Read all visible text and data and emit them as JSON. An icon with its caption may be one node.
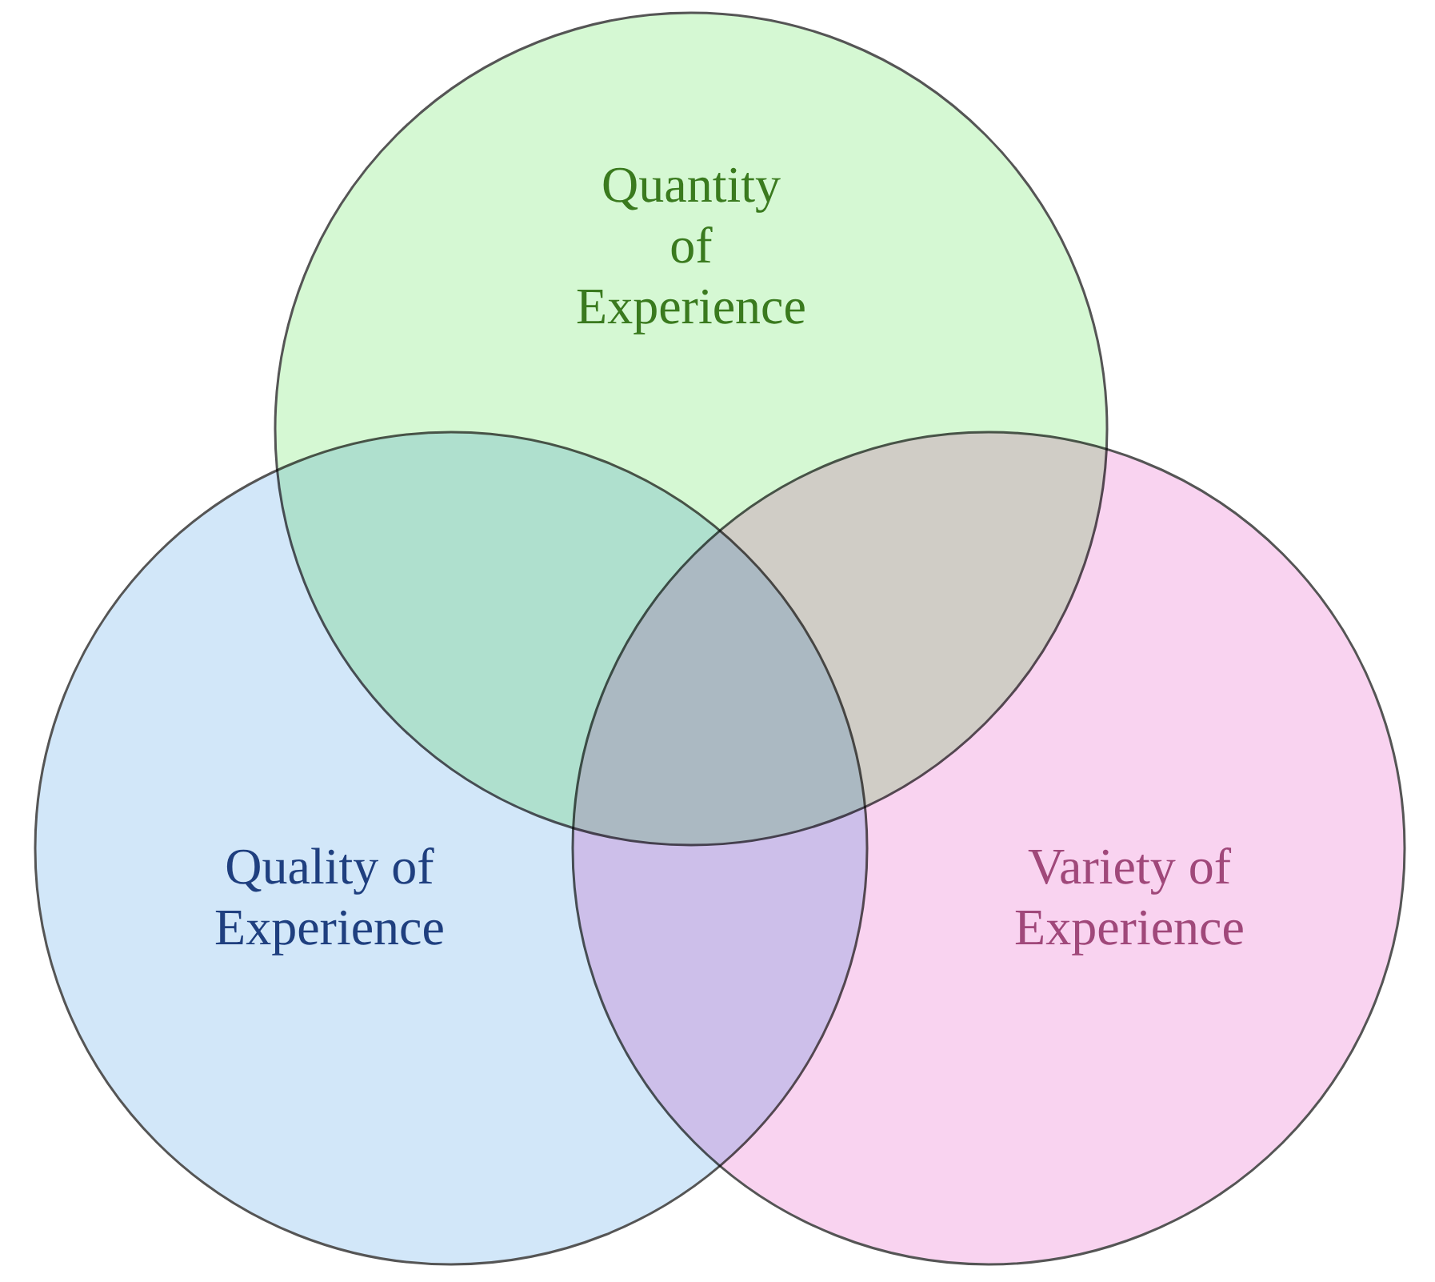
{
  "diagram": {
    "nodes": [
      {
        "text": [
          "Quantity of Experience"
        ]
      },
      {
        "text": [
          "Quality of Experience"
        ]
      },
      {
        "text": [
          "Variety of Experience"
        ]
      }
    ]
  }
}
